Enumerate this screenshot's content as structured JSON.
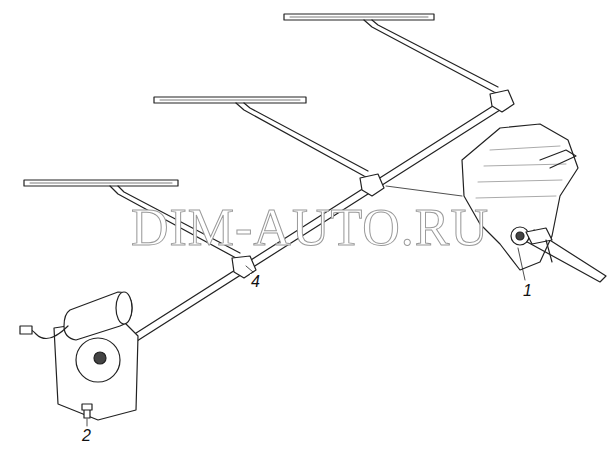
{
  "diagram": {
    "labels": [
      "DIM-AUTO.RU",
      "4",
      "1",
      "2"
    ]
  }
}
